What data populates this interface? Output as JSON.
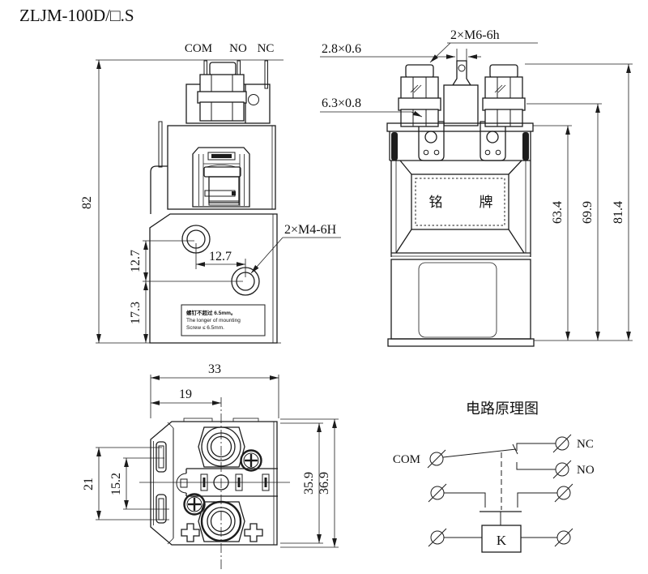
{
  "title": "ZLJM-100D/□.S",
  "front_view": {
    "label_com": "COM",
    "label_no": "NO",
    "label_nc": "NC",
    "dim_height": "82",
    "dim_hole_spacing": "12.7",
    "dim_hole_upper": "12.7",
    "dim_hole_lower": "17.3",
    "thread_label": "2×M4-6H",
    "note_line1": "螺钉不超过 6.5mm。",
    "note_line2": "The longer of mounting",
    "note_line3": "Screw ≤ 6.5mm."
  },
  "side_view": {
    "dim_tab": "2.8×0.6",
    "thread_label": "2×M6-6h",
    "dim_terminal": "6.3×0.8",
    "dim_h_inner": "63.4",
    "dim_h_mid": "69.9",
    "dim_h_outer": "81.4",
    "nameplate_left": "铭",
    "nameplate_right": "牌"
  },
  "bottom_view": {
    "dim_width": "33",
    "dim_width_partial": "19",
    "dim_left_outer": "21",
    "dim_left_inner": "15.2",
    "dim_right_inner": "35.9",
    "dim_right_outer": "36.9"
  },
  "schematic": {
    "title": "电路原理图",
    "label_com": "COM",
    "label_nc": "NC",
    "label_no": "NO",
    "coil_label": "K"
  }
}
